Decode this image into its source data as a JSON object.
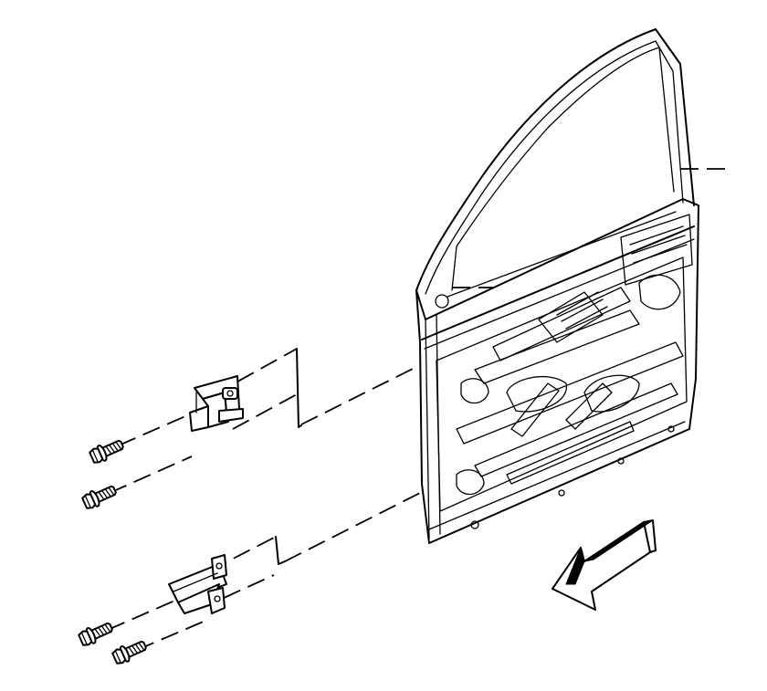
{
  "diagram": {
    "parts": [
      {
        "name": "front-door"
      },
      {
        "name": "upper-door-hinge"
      },
      {
        "name": "lower-door-hinge"
      },
      {
        "name": "upper-hinge-bolt-1"
      },
      {
        "name": "upper-hinge-bolt-2"
      },
      {
        "name": "lower-hinge-bolt-1"
      },
      {
        "name": "lower-hinge-bolt-2"
      },
      {
        "name": "direction-arrow"
      }
    ],
    "colors": {
      "line": "#000000",
      "background": "#ffffff"
    }
  }
}
